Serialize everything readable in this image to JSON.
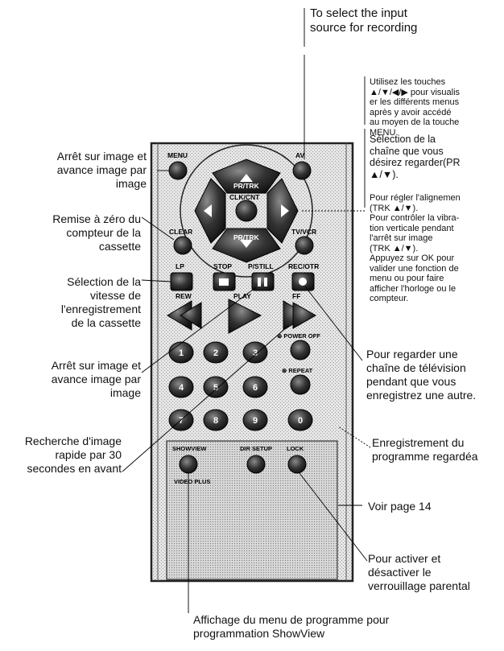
{
  "remote": {
    "labels": {
      "menu": "MENU",
      "av": "AV",
      "pr_trk_up": "PR/TRK",
      "clk_cnt": "CLK/CNT",
      "pr_trk_down": "PR/TRK",
      "clear": "CLEAR",
      "tv_vcr": "TV/VCR",
      "lp": "LP",
      "stop": "STOP",
      "p_still": "P/STILL",
      "rec_otr": "REC/OTR",
      "rew": "REW",
      "play": "PLAY",
      "ff": "FF",
      "power_off": "⊛ POWER OFF",
      "repeat": "⊛ REPEAT",
      "showview": "SHOWVIEW",
      "dir_setup": "DIR SETUP",
      "lock": "LOCK",
      "video_plus": "VIDEO PLUS"
    },
    "digits": [
      "1",
      "2",
      "3",
      "4",
      "5",
      "6",
      "7",
      "8",
      "9",
      "0"
    ]
  },
  "callouts": {
    "input_source": "To select the input\nsource for recording",
    "nav_keys": "Utilisez les touches\n▲/▼/◀/▶ pour visualis\ner les différents menus\naprès y avoir accédé\nau moyen de la touche\nMENU.",
    "channel_select": "Sélection de la\nchaîne que vous\ndésirez regarder(PR\n▲/▼).",
    "tracking": "Pour régler l'alignemen\n(TRK ▲/▼).\nPour contrôler la vibra-\ntion verticale pendant\nl'arrêt sur image\n(TRK ▲/▼).\nAppuyez sur OK pour\nvalider une fonction de\nmenu ou pour faire\nafficher l'horloge ou le\ncompteur.",
    "freeze_top": "Arrêt sur image et\navance image par\nimage",
    "clear_counter": "Remise à zéro du\ncompteur de la\ncassette",
    "tape_speed": "Sélection de la\nvitesse de\nl'enregistrement\nde la cassette",
    "freeze_mid": "Arrêt sur image et\navance image par\nimage",
    "search_30": "Recherche d'image\nrapide par 30\nsecondes en avant",
    "watch_other": "Pour regarder une\nchaîne de télévision\npendant que vous\nenregistrez une autre.",
    "record_watched": "Enregistrement du\nprogramme regardéa",
    "see_page": "Voir page 14",
    "parental_lock": "Pour activer et\ndésactiver le\nverrouillage parental",
    "showview_menu": "Affichage du menu de programme pour\nprogrammation ShowView"
  }
}
